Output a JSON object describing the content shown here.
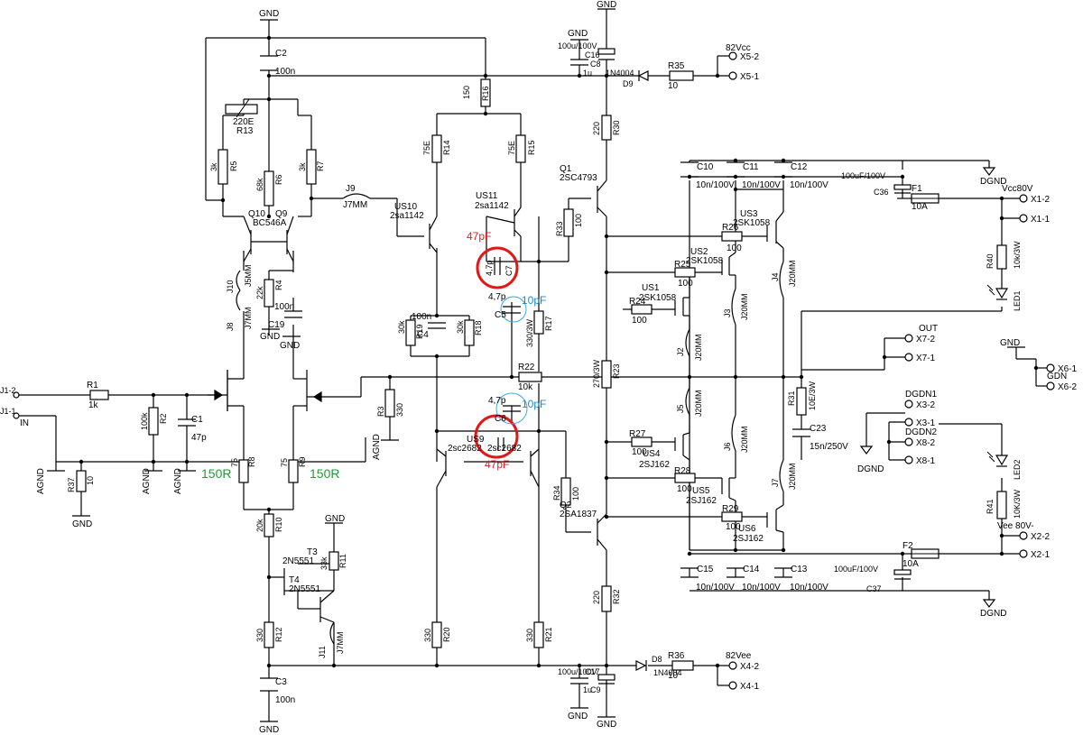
{
  "nets": {
    "gnd": "GND",
    "agnd": "AGND",
    "dgnd": "DGND",
    "in_label": "IN"
  },
  "connectors": [
    {
      "id": "J1-2",
      "label": "J1-2"
    },
    {
      "id": "J1-1",
      "label": "J1-1"
    },
    {
      "id": "X5-2",
      "label": "X5-2"
    },
    {
      "id": "X5-1",
      "label": "X5-1"
    },
    {
      "id": "X1-2",
      "label": "X1-2"
    },
    {
      "id": "X1-1",
      "label": "X1-1"
    },
    {
      "id": "X7-2",
      "label": "X7-2"
    },
    {
      "id": "X7-1",
      "label": "X7-1"
    },
    {
      "id": "X6-1",
      "label": "X6-1"
    },
    {
      "id": "X6-2",
      "label": "X6-2"
    },
    {
      "id": "X3-2",
      "label": "X3-2"
    },
    {
      "id": "X3-1",
      "label": "X3-1"
    },
    {
      "id": "X8-2",
      "label": "X8-2"
    },
    {
      "id": "X8-1",
      "label": "X8-1"
    },
    {
      "id": "X2-2",
      "label": "X2-2"
    },
    {
      "id": "X2-1",
      "label": "X2-1"
    },
    {
      "id": "X4-2",
      "label": "X4-2"
    },
    {
      "id": "X4-1",
      "label": "X4-1"
    }
  ],
  "supply_labels": {
    "v82cc": "82Vcc",
    "v82ee": "82Vee",
    "vcc80": "Vcc80V",
    "vee80": "Vee 80V-",
    "gdn": "GDN",
    "out": "OUT",
    "dgdn1": "DGDN1",
    "dgdn2": "DGDN2"
  },
  "parts": {
    "C2": [
      "C2",
      "100n"
    ],
    "R13": [
      "220E",
      "R13"
    ],
    "R5": [
      "3k",
      "R5"
    ],
    "R6": [
      "68k",
      "R6"
    ],
    "R7": [
      "3k",
      "R7"
    ],
    "J9": [
      "J9",
      "J7MM"
    ],
    "Q10": [
      "Q10",
      "BC546A"
    ],
    "Q9": [
      "Q9"
    ],
    "J10": [
      "J10",
      "J5MM"
    ],
    "J8": [
      "J8",
      "J7MM"
    ],
    "R4": [
      "22k",
      "R4"
    ],
    "C19": [
      "100n",
      "C19"
    ],
    "R1": [
      "R1",
      "1k"
    ],
    "R2": [
      "100k",
      "R2"
    ],
    "C1": [
      "C1",
      "47p"
    ],
    "R37": [
      "R37",
      "10"
    ],
    "R8": [
      "75",
      "R8"
    ],
    "R9": [
      "75",
      "R9"
    ],
    "R3": [
      "R3",
      "330"
    ],
    "R10": [
      "20k",
      "R10"
    ],
    "T3": [
      "T3",
      "2N5551"
    ],
    "R11": [
      "33k",
      "R11"
    ],
    "T4": [
      "T4",
      "2N5551"
    ],
    "R12": [
      "330",
      "R12"
    ],
    "J11": [
      "J11",
      "J7MM"
    ],
    "C3": [
      "C3",
      "100n"
    ],
    "R16": [
      "150",
      "R16"
    ],
    "R14": [
      "75E",
      "R14"
    ],
    "R15": [
      "75E",
      "R15"
    ],
    "US10": [
      "US10",
      "2sa1142"
    ],
    "US11": [
      "US11",
      "2sa1142"
    ],
    "R19": [
      "30k",
      "R19"
    ],
    "C4": [
      "100n",
      "C4"
    ],
    "R18": [
      "30k",
      "R18"
    ],
    "C7": [
      "4,7p",
      "C7"
    ],
    "C5": [
      "4,7p",
      "C5"
    ],
    "R17": [
      "330/3W",
      "R17"
    ],
    "R22": [
      "R22",
      "10k"
    ],
    "C6": [
      "4,7p",
      "C6"
    ],
    "US9": [
      "US9",
      "2sc2682"
    ],
    "US8": [
      "2sc2682"
    ],
    "R20": [
      "330",
      "R20"
    ],
    "R21": [
      "330",
      "R21"
    ],
    "C16": [
      "100u/100V",
      "C16"
    ],
    "C8": [
      "C8",
      "1u"
    ],
    "D9": [
      "1N4004",
      "D9"
    ],
    "R35": [
      "R35",
      "10"
    ],
    "R30": [
      "220",
      "R30"
    ],
    "Q1": [
      "Q1",
      "2SC4793"
    ],
    "R33": [
      "R33",
      "100"
    ],
    "R23": [
      "270/3W",
      "R23"
    ],
    "R34": [
      "R34",
      "100"
    ],
    "Q2": [
      "Q2",
      "2SA1837"
    ],
    "R32": [
      "220",
      "R32"
    ],
    "C17": [
      "100u/100V",
      "C17"
    ],
    "C9": [
      "1u",
      "C9"
    ],
    "D8": [
      "D8",
      "1N4004"
    ],
    "R36": [
      "R36",
      "10"
    ],
    "C10": [
      "C10",
      "10n/100V"
    ],
    "C11": [
      "C11",
      "10n/100V"
    ],
    "C12": [
      "C12",
      "10n/100V"
    ],
    "C36": [
      "100uF/100V",
      "C36"
    ],
    "F1": [
      "F1",
      "10A"
    ],
    "US3": [
      "US3",
      "2SK1058"
    ],
    "US2": [
      "US2",
      "2SK1058"
    ],
    "US1": [
      "US1",
      "2SK1058"
    ],
    "R26": [
      "R26",
      "100"
    ],
    "R25": [
      "R25",
      "100"
    ],
    "R24": [
      "R24",
      "100"
    ],
    "J4": [
      "J4",
      "J20MM"
    ],
    "J3": [
      "J3",
      "J20MM"
    ],
    "J2": [
      "J2",
      "J20MM"
    ],
    "J5": [
      "J5",
      "J20MM"
    ],
    "J6": [
      "J6",
      "J20MM"
    ],
    "J7": [
      "J7",
      "J20MM"
    ],
    "R40": [
      "R40",
      "10k/3W"
    ],
    "LED1": [
      "LED1"
    ],
    "R31": [
      "R31",
      "10E/3W"
    ],
    "C23": [
      "C23",
      "15n/250V"
    ],
    "R27": [
      "R27",
      "100"
    ],
    "R28": [
      "R28",
      "100"
    ],
    "R29": [
      "R29",
      "100"
    ],
    "US4": [
      "US4",
      "2SJ162"
    ],
    "US5": [
      "US5",
      "2SJ162"
    ],
    "US6": [
      "US6",
      "2SJ162"
    ],
    "LED2": [
      "LED2"
    ],
    "R41": [
      "R41",
      "10K/3W"
    ],
    "F2": [
      "F2",
      "10A"
    ],
    "C37": [
      "100uF/100V",
      "C37"
    ],
    "C15": [
      "C15",
      "10n/100V"
    ],
    "C14": [
      "C14",
      "10n/100V"
    ],
    "C13": [
      "C13",
      "10n/100V"
    ]
  },
  "annotations": {
    "c47pf_top": "47pF",
    "c47pf_bot": "47pF",
    "c10pf_top": "10pF",
    "c10pf_bot": "10pF",
    "r150_left": "150R",
    "r150_right": "150R"
  },
  "colors": {
    "wire": "#000000",
    "red_note": "#d92020",
    "blue_note": "#1a8ccc",
    "green_note": "#1f9c3a"
  }
}
